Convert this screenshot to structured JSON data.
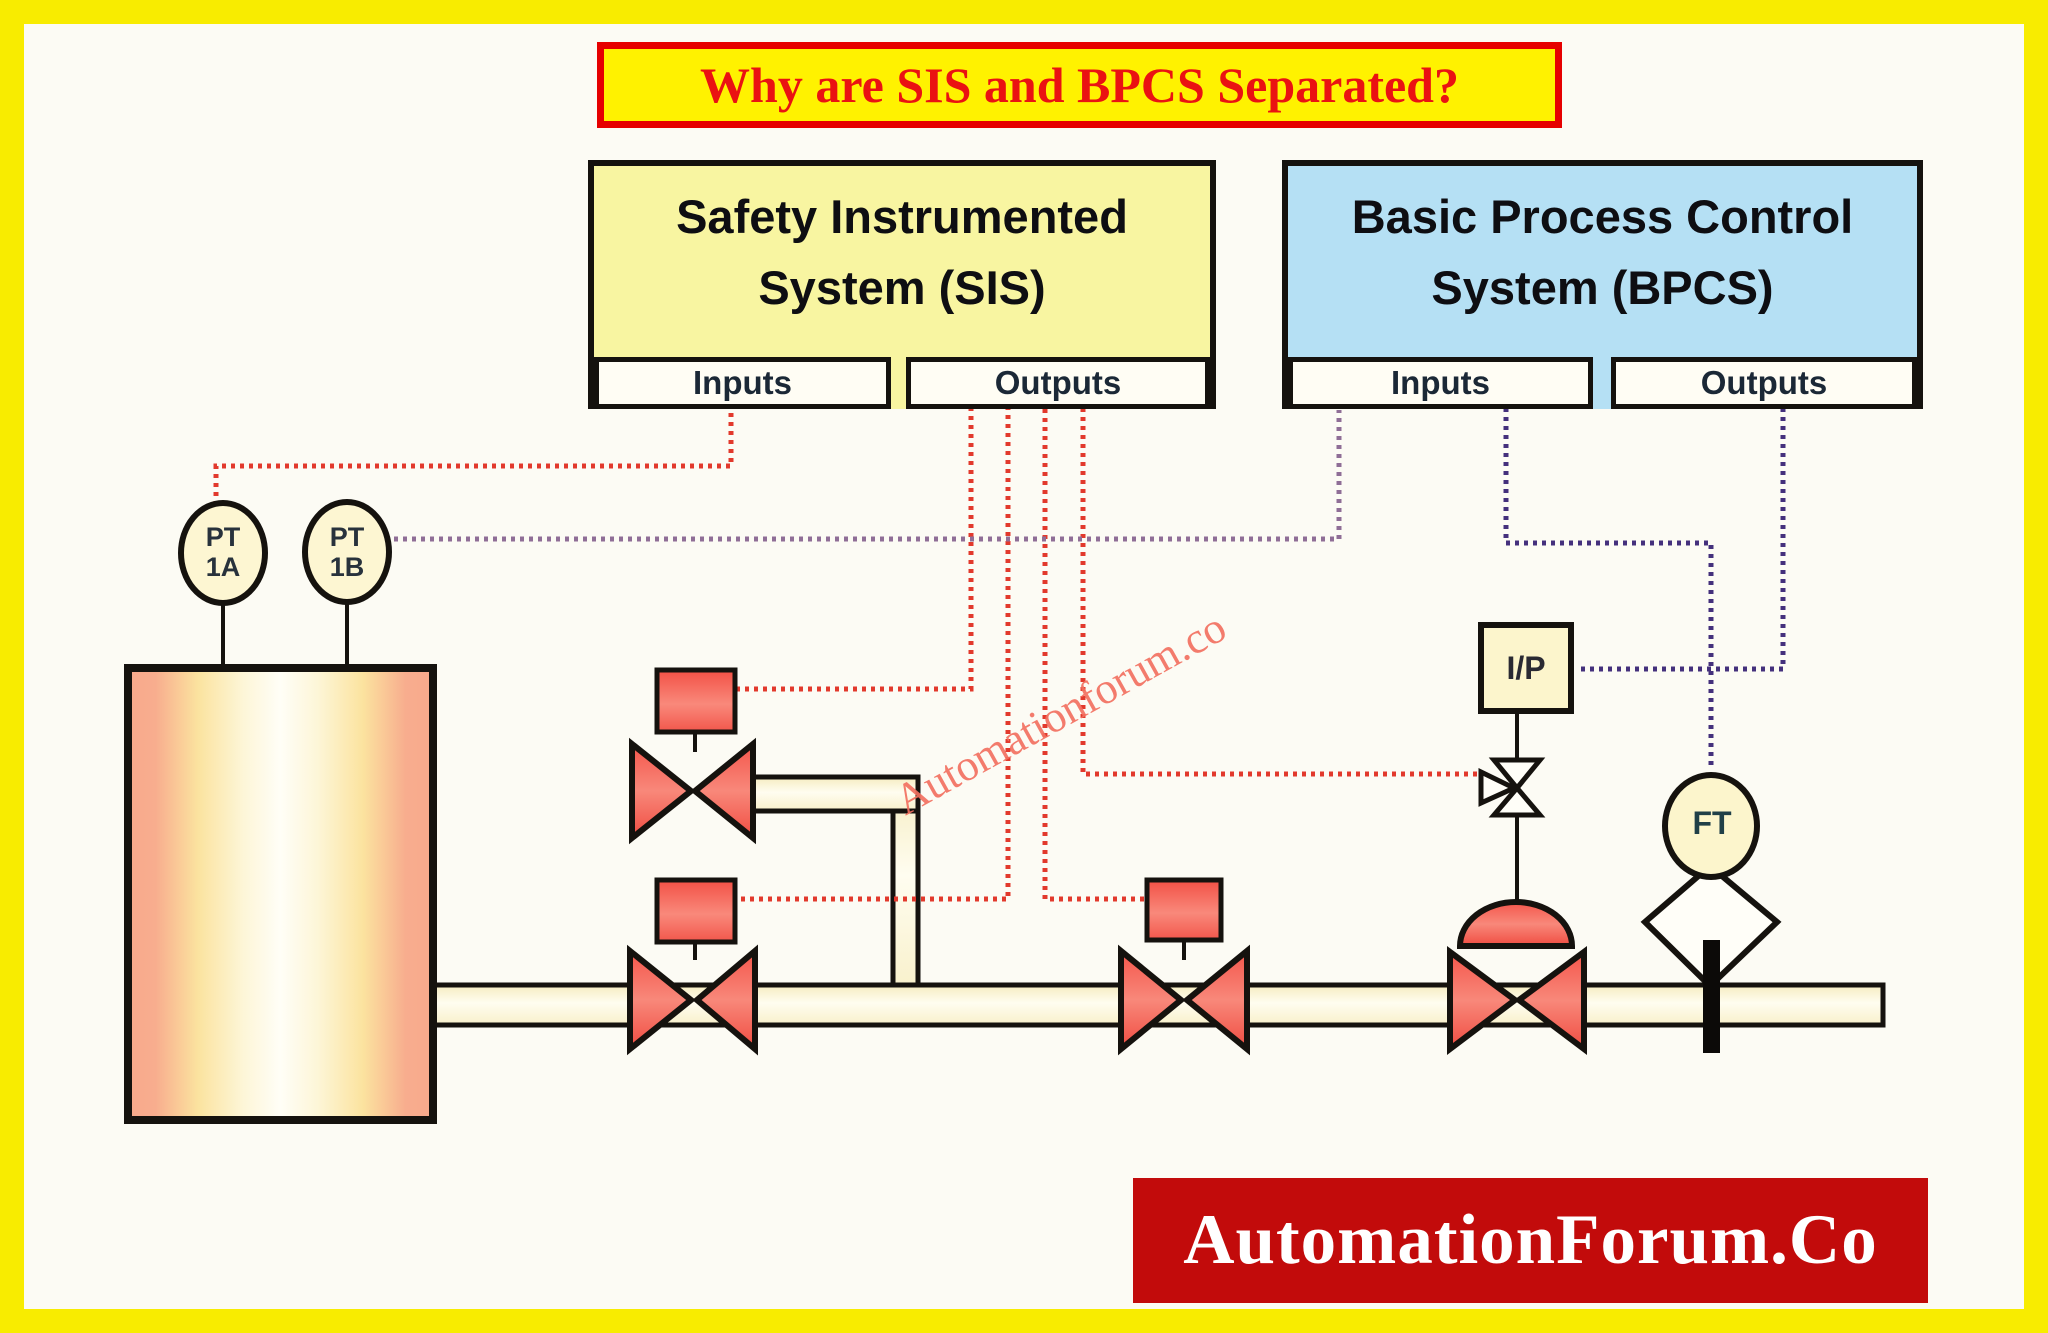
{
  "title": {
    "text": "Why are SIS and BPCS Separated?"
  },
  "sis": {
    "name_line1": "Safety Instrumented",
    "name_line2": "System (SIS)",
    "inputs_label": "Inputs",
    "outputs_label": "Outputs"
  },
  "bpcs": {
    "name_line1": "Basic Process Control",
    "name_line2": "System (BPCS)",
    "inputs_label": "Inputs",
    "outputs_label": "Outputs"
  },
  "instruments": {
    "pt1a": {
      "line1": "PT",
      "line2": "1A"
    },
    "pt1b": {
      "line1": "PT",
      "line2": "1B"
    },
    "ft": {
      "label": "FT"
    },
    "ip": {
      "label": "I/P"
    }
  },
  "watermark": {
    "text": "Automationforum.co"
  },
  "banner": {
    "text": "AutomationForum.Co"
  },
  "colors": {
    "frame_yellow": "#f8ec00",
    "title_bg_yellow": "#fff200",
    "title_red": "#ea1212",
    "sis_yellow": "#f8f5a1",
    "bpcs_blue": "#b5e0f4",
    "valve_red": "#f4584e",
    "pipe_cream": "#fbf6d8",
    "instrument_cream": "#fcf5cc",
    "signal_red_dotted": "#e2392c",
    "signal_purple_dark": "#44307c",
    "signal_purple_soft": "#8f6e96",
    "banner_red": "#c20b0b",
    "line_black": "#15120e"
  }
}
